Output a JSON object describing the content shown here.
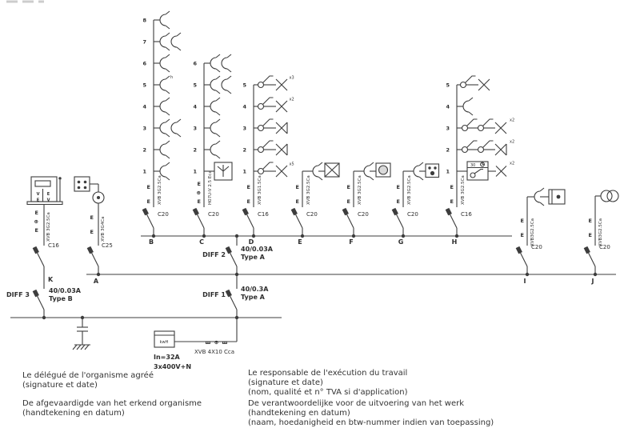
{
  "colors": {
    "line": "#3d3d3d",
    "text": "#2e2e2e"
  },
  "supply": {
    "meter_label": "kwH",
    "meter_rating": "In=32A",
    "meter_voltage": "3x400V+N",
    "cable": "XVB 4X10 Cca"
  },
  "glyphs": {
    "earth_mark": "E",
    "junction_mark": "⊕",
    "conduit_mark": "ш",
    "height_mark": "h",
    "timer_label": "30"
  },
  "point_numbers": [
    "1",
    "2",
    "3",
    "4",
    "5",
    "6",
    "7",
    "8"
  ],
  "lamp_counts": {
    "x2": "x2",
    "x3": "x3",
    "x5": "x5"
  },
  "diffs": {
    "d1": {
      "name": "DIFF 1",
      "rating": "40/0.3A",
      "type": "Type A"
    },
    "d2": {
      "name": "DIFF 2",
      "rating": "40/0.03A",
      "type": "Type A"
    },
    "d3": {
      "name": "DIFF 3",
      "rating": "40/0.03A",
      "type": "Type B"
    }
  },
  "circuits": {
    "K": {
      "label": "K",
      "breaker": "C16",
      "cable": "XVB 3G2.5Ca"
    },
    "A": {
      "label": "A",
      "breaker": "C25",
      "cable": "XVB 3G4Ca"
    },
    "B": {
      "label": "B",
      "breaker": "C20",
      "cable": "XVB 3G2.5Ca"
    },
    "C": {
      "label": "C",
      "breaker": "C20",
      "cable": "H07U-V 2.5 Eca"
    },
    "D": {
      "label": "D",
      "breaker": "C16",
      "cable": "XVB 3G1.5Ca"
    },
    "E": {
      "label": "E",
      "breaker": "C20",
      "cable": "XVB 3G2.5Ca"
    },
    "F": {
      "label": "F",
      "breaker": "C20",
      "cable": "XVB 3G2.5Ca"
    },
    "G": {
      "label": "G",
      "breaker": "C20",
      "cable": "XVB 3G2.5Ca"
    },
    "H": {
      "label": "H",
      "breaker": "C16",
      "cable": "XVB 3G2.5Ca"
    },
    "I": {
      "label": "I",
      "breaker": "C20",
      "cable": "XVB3G2.5Ca"
    },
    "J": {
      "label": "J",
      "breaker": "C20",
      "cable": "XVB3G2.5Ca"
    }
  },
  "ev_charger": {
    "tl": "V",
    "tr": "E",
    "bl": "E",
    "br": "V"
  },
  "signatures": {
    "left": {
      "l1": "Le délégué de l'organisme agréé",
      "l2": "(signature et date)",
      "l3": "De afgevaardigde van het erkend organisme",
      "l4": "(handtekening en datum)"
    },
    "right": {
      "l1": "Le responsable de l'exécution du travail",
      "l2": "(signature et date)",
      "l3": "(nom, qualité et n° TVA si d'application)",
      "l4": "De verantwoordelijke voor de uitvoering van het werk",
      "l5": "(handtekening en datum)",
      "l6": "(naam, hoedanigheid en btw-nummer indien van toepassing)"
    }
  }
}
